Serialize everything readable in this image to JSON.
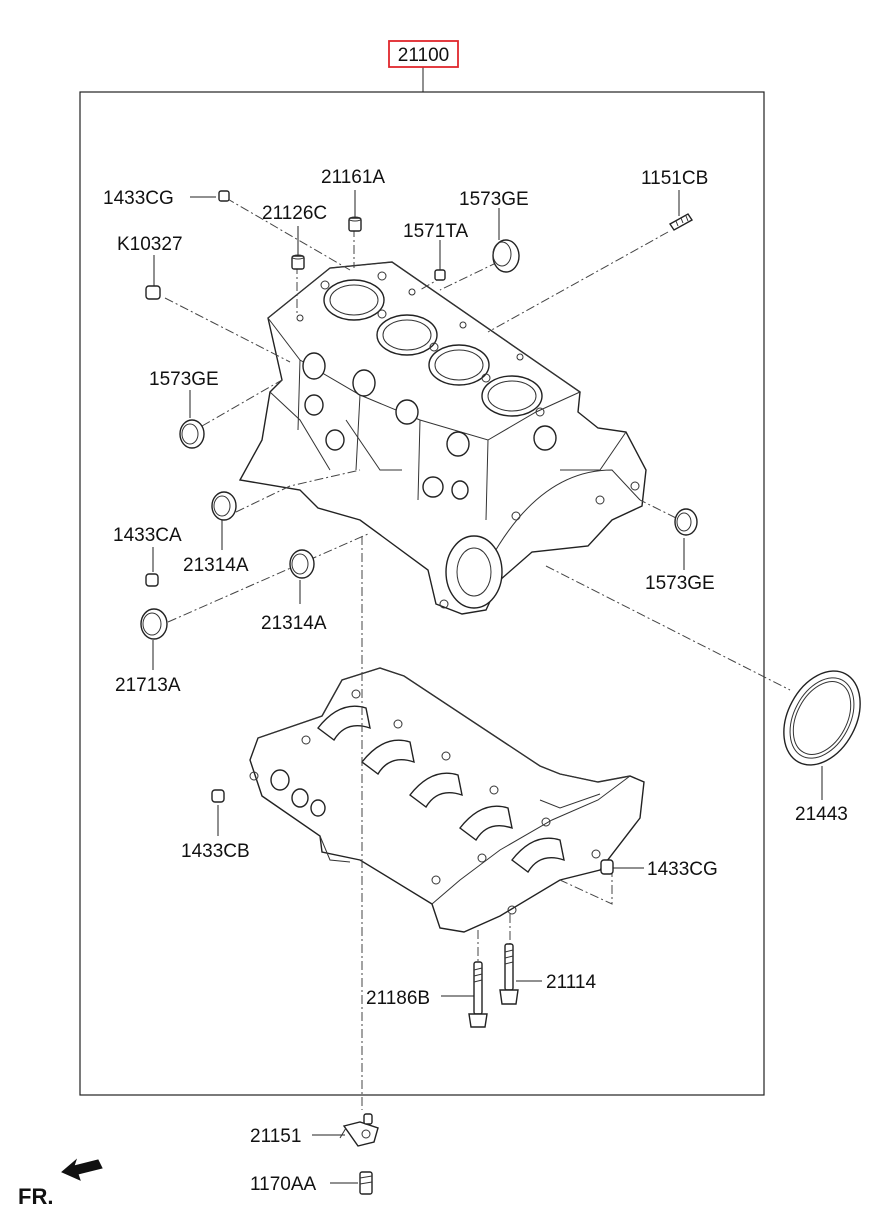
{
  "assembly": {
    "number": "21100",
    "highlight_color": "#e0262c"
  },
  "orientation": {
    "label": "FR."
  },
  "callouts": {
    "p1433CG_top": "1433CG",
    "p21161A": "21161A",
    "p21126C": "21126C",
    "p1573GE_top": "1573GE",
    "p1571TA": "1571TA",
    "p1151CB": "1151CB",
    "pK10327": "K10327",
    "p1573GE_left": "1573GE",
    "p1433CA": "1433CA",
    "p21314A_left": "21314A",
    "p21314A_mid": "21314A",
    "p21713A": "21713A",
    "p1573GE_right": "1573GE",
    "p21443": "21443",
    "p1433CB": "1433CB",
    "p1433CG_right": "1433CG",
    "p21114": "21114",
    "p21186B": "21186B",
    "p21151": "21151",
    "p1170AA": "1170AA"
  },
  "icons": {
    "fr_arrow": "front-direction-arrow-icon"
  }
}
